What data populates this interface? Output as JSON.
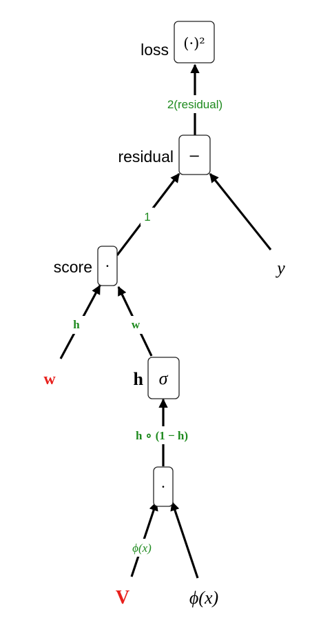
{
  "colors": {
    "gradient": "#1e8a1e",
    "parameter": "#e8201c",
    "edge": "#000000"
  },
  "nodes": {
    "loss": {
      "label": "loss",
      "op": "(·)²"
    },
    "residual": {
      "label": "residual",
      "op": "−"
    },
    "score": {
      "label": "score",
      "op": "·"
    },
    "hidden": {
      "label": "h",
      "op": "σ"
    },
    "product": {
      "op": "·"
    },
    "w": {
      "label": "w"
    },
    "y": {
      "label": "y"
    },
    "V": {
      "label": "V"
    },
    "phi_x": {
      "label": "ϕ(x)"
    }
  },
  "edge_gradients": {
    "residual_to_loss": "2(residual)",
    "score_to_residual": "1",
    "w_to_score": "h",
    "h_to_score": "w",
    "product_to_h": "h ∘ (1 − h)",
    "V_to_product": "ϕ(x)"
  }
}
